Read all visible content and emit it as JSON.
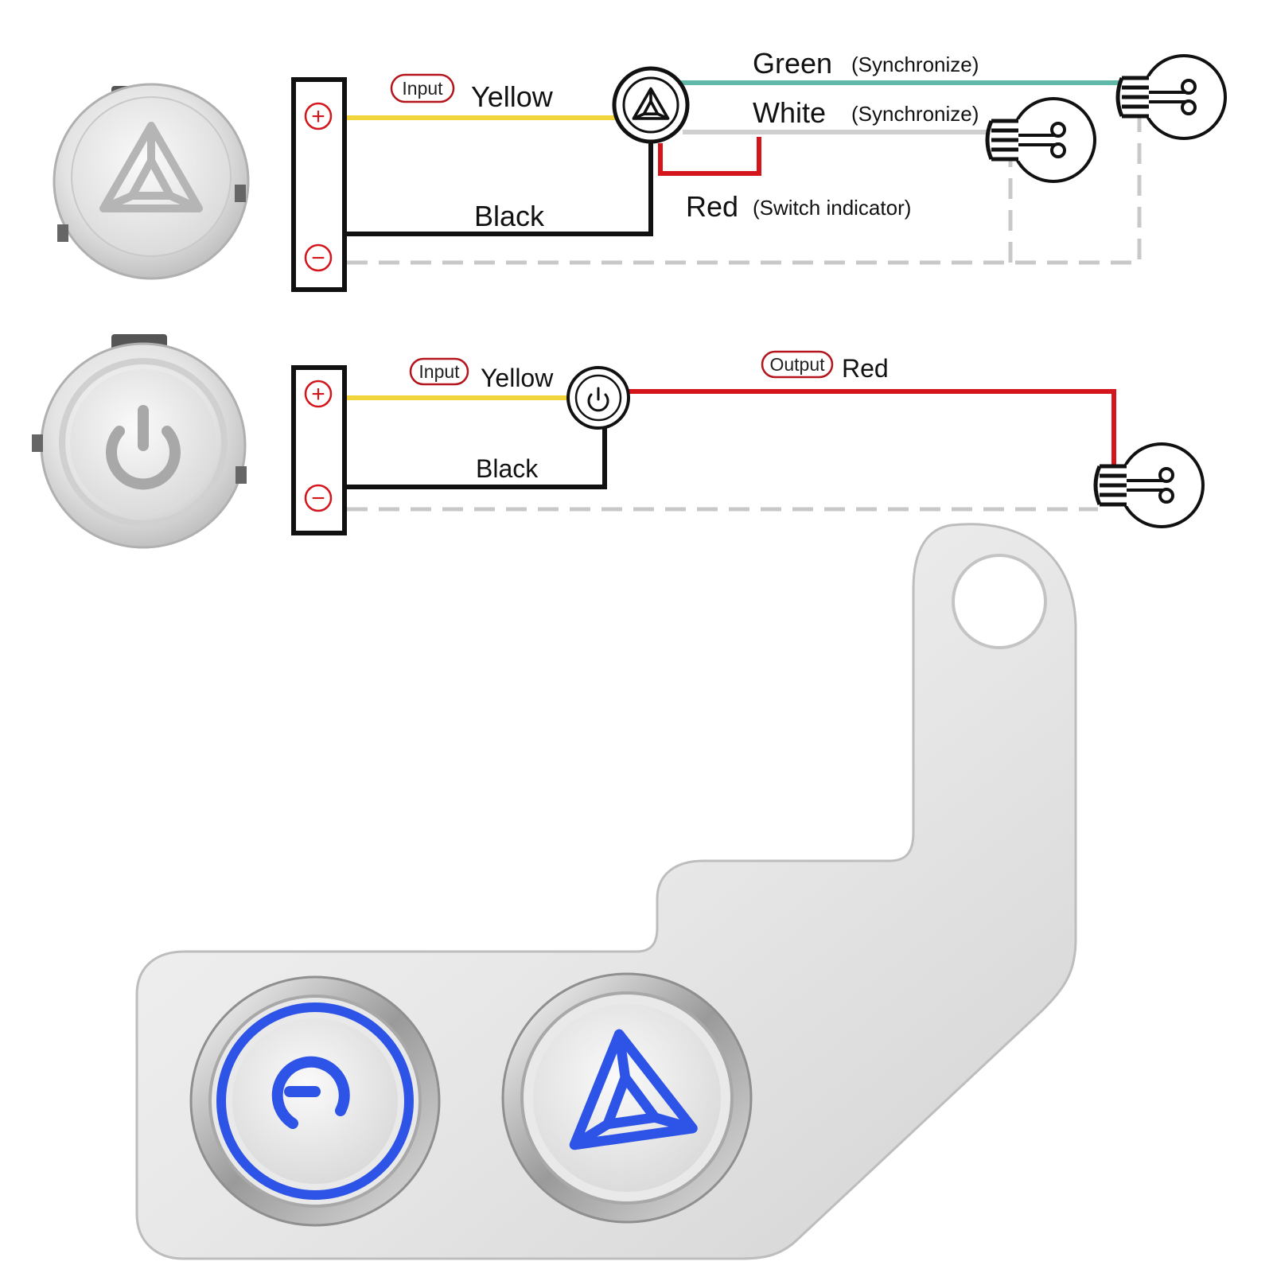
{
  "colors": {
    "yellow": "#f2d43c",
    "black": "#111111",
    "green": "#5fb8a8",
    "white_wire": "#cfcfcf",
    "red": "#d4161c",
    "ground_dash": "#c8c8c8",
    "tag_border": "#b4141b",
    "led_blue": "#2d54e6",
    "metal": "#e6e6e6"
  },
  "diagram1": {
    "terminal_plus": "+",
    "terminal_minus": "−",
    "input_tag": "Input",
    "yellow_label": "Yellow",
    "black_label": "Black",
    "green_label": "Green",
    "green_note": "(Synchronize)",
    "white_label": "White",
    "white_note": "(Synchronize)",
    "red_label": "Red",
    "red_note": "(Switch indicator)"
  },
  "diagram2": {
    "terminal_plus": "+",
    "terminal_minus": "−",
    "input_tag": "Input",
    "yellow_label": "Yellow",
    "black_label": "Black",
    "output_tag": "Output",
    "red_label": "Red"
  }
}
